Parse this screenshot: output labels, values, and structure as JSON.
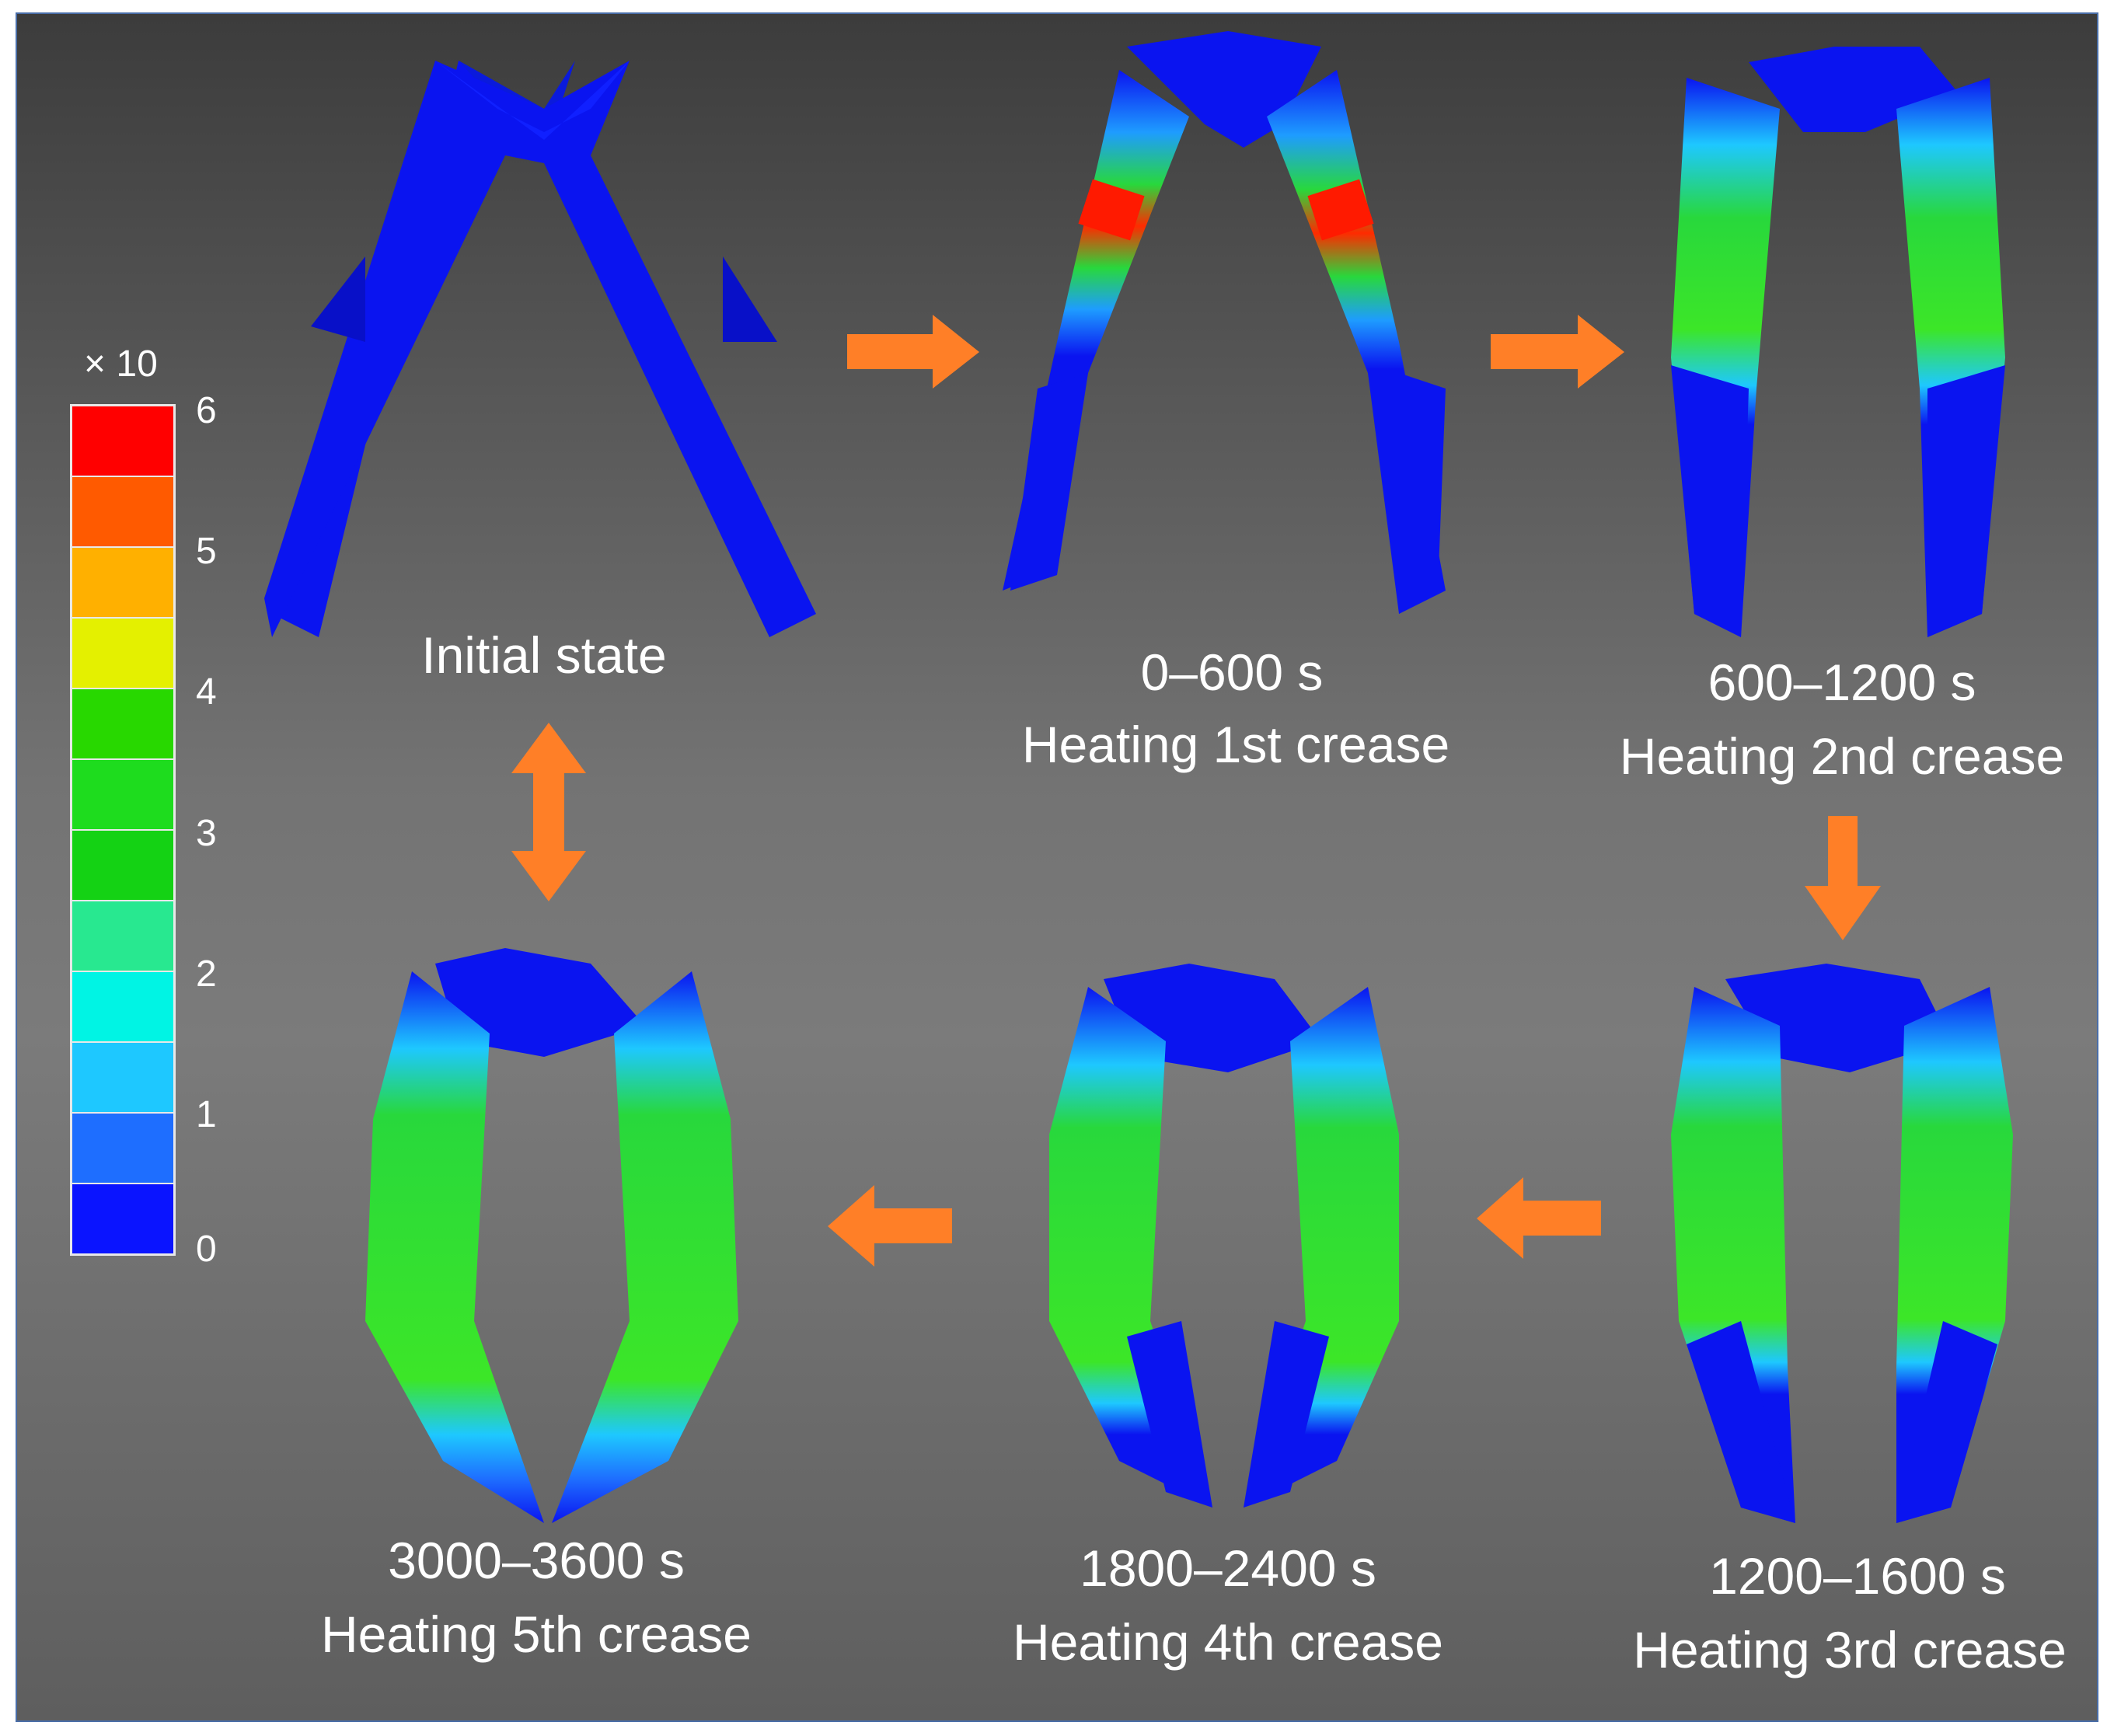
{
  "colorbar": {
    "multiplier": "× 10",
    "ticks": [
      "6",
      "5",
      "4",
      "3",
      "2",
      "1",
      "0"
    ],
    "colors": [
      "#ff0000",
      "#ff5a00",
      "#ffb000",
      "#e4f000",
      "#28d800",
      "#1edc1e",
      "#14d214",
      "#28e890",
      "#00f4e4",
      "#1ec8ff",
      "#1e6eff",
      "#0a14ff"
    ]
  },
  "stages": [
    {
      "title": "Initial state",
      "subtitle": ""
    },
    {
      "title": "0–600 s",
      "subtitle": "Heating 1st  crease"
    },
    {
      "title": "600–1200 s",
      "subtitle": "Heating 2nd crease"
    },
    {
      "title": "1200–1600 s",
      "subtitle": "Heating 3rd crease"
    },
    {
      "title": "1800–2400 s",
      "subtitle": "Heating 4th crease"
    },
    {
      "title": "3000–3600 s",
      "subtitle": "Heating 5th crease"
    }
  ],
  "arrow_color": "#ff7f27",
  "model_color": "#0a14f0"
}
